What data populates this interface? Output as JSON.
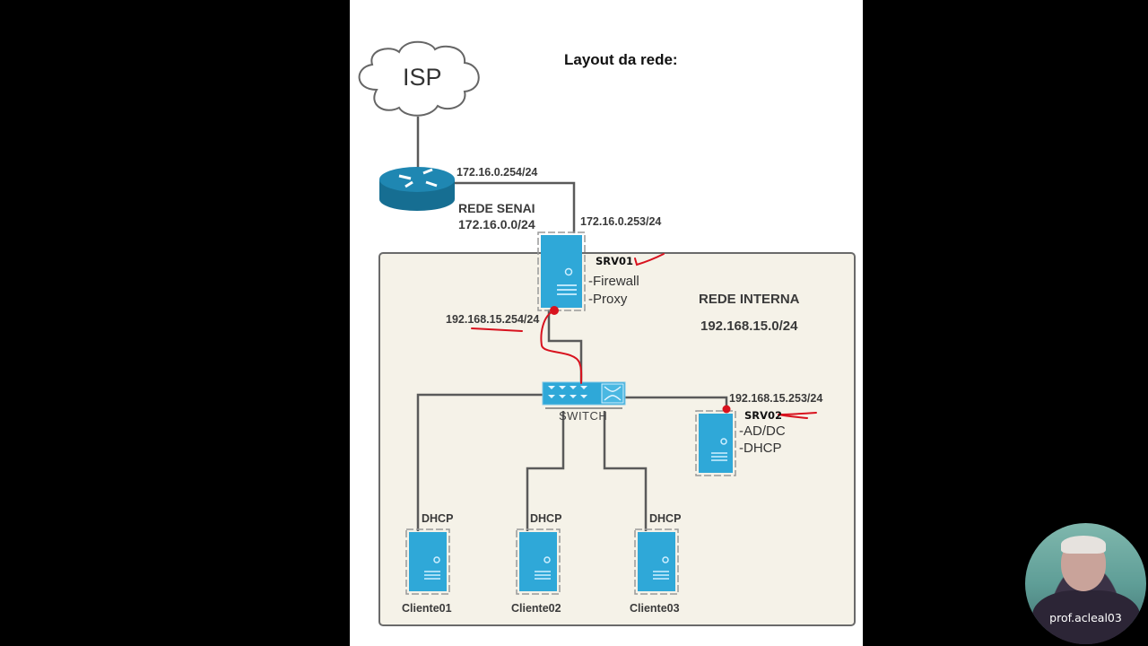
{
  "title": "Layout da rede:",
  "isp": {
    "label": "ISP"
  },
  "router": {
    "name": "REDE SENAI",
    "network": "172.16.0.0/24",
    "interface_ip": "172.16.0.254/24"
  },
  "internal_network": {
    "name": "REDE INTERNA",
    "network": "192.168.15.0/24"
  },
  "srv01": {
    "name": "SRV01",
    "external_ip": "172.16.0.253/24",
    "internal_ip": "192.168.15.254/24",
    "services": [
      "-Firewall",
      "-Proxy"
    ]
  },
  "switch": {
    "label": "SWITCH"
  },
  "srv02": {
    "name": "SRV02",
    "ip": "192.168.15.253/24",
    "services": [
      "-AD/DC",
      "-DHCP"
    ]
  },
  "clients": [
    {
      "name": "Cliente01",
      "addressing": "DHCP"
    },
    {
      "name": "Cliente02",
      "addressing": "DHCP"
    },
    {
      "name": "Cliente03",
      "addressing": "DHCP"
    }
  ],
  "webcam": {
    "username": "prof.acleal03"
  },
  "colors": {
    "device_blue": "#2fa8d8",
    "router_teal": "#1a7ba0",
    "internal_bg": "#f5f2e8",
    "link": "#555555",
    "annotation_red": "#d8121e"
  }
}
